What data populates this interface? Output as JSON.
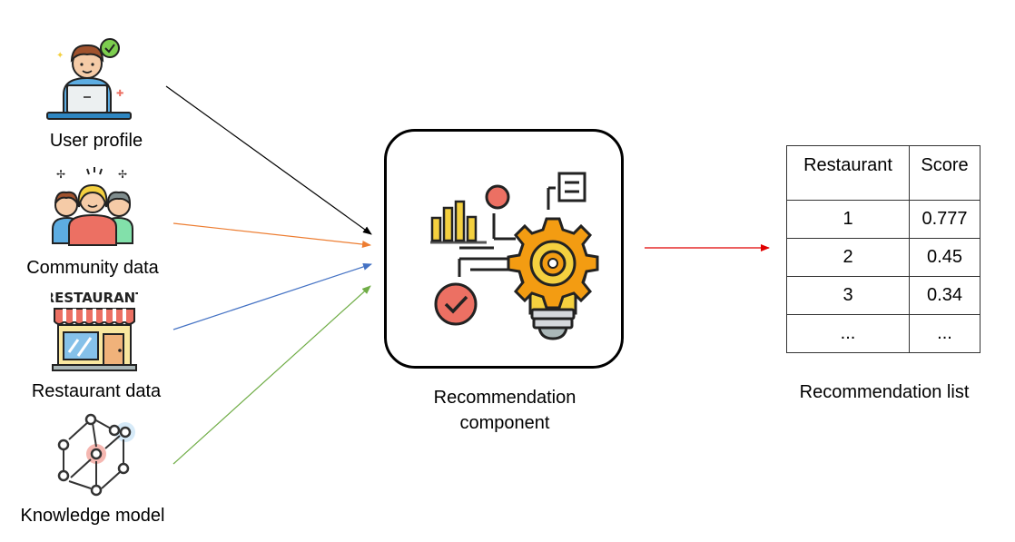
{
  "inputs": {
    "user_profile": "User profile",
    "community_data": "Community data",
    "restaurant_data": "Restaurant data",
    "restaurant_sign": "RESTAURANT",
    "knowledge_model": "Knowledge model"
  },
  "component": {
    "line1": "Recommendation",
    "line2": "component"
  },
  "output": {
    "caption": "Recommendation list",
    "headers": [
      "Restaurant",
      "Score"
    ],
    "rows": [
      [
        "1",
        "0.777"
      ],
      [
        "2",
        "0.45"
      ],
      [
        "3",
        "0.34"
      ],
      [
        "...",
        "..."
      ]
    ]
  },
  "colors": {
    "user_arrow": "#000000",
    "community_arrow": "#ED7D31",
    "restaurant_arrow": "#4472C4",
    "knowledge_arrow": "#70AD47",
    "output_arrow": "#E00000"
  }
}
